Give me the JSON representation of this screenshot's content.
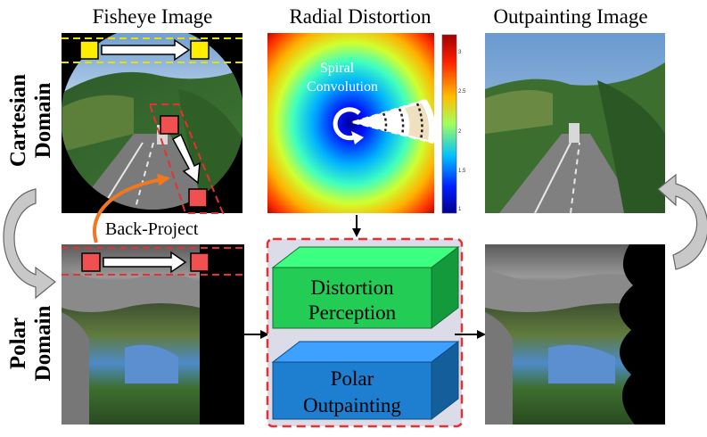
{
  "titles": {
    "fisheye": "Fisheye Image",
    "radial": "Radial Distortion",
    "outpaint": "Outpainting Image"
  },
  "domains": {
    "cartesian_line1": "Cartesian",
    "cartesian_line2": "Domain",
    "polar_line1": "Polar",
    "polar_line2": "Domain"
  },
  "labels": {
    "back_project": "Back-Project",
    "spiral_line1": "Spiral",
    "spiral_line2": "Convolution"
  },
  "modules": {
    "distortion_line1": "Distortion",
    "distortion_line2": "Perception",
    "polar_line1": "Polar",
    "polar_line2": "Outpainting"
  },
  "colorbar_ticks": [
    "3",
    "2.5",
    "2",
    "1.5",
    "1"
  ],
  "colors": {
    "marker_yellow": "#ffee00",
    "marker_red": "#f05050",
    "dashed_red": "#e83030",
    "dashed_yellow": "#e8e000",
    "back_project_arrow": "#f07820",
    "distortion_box_front": "#22cc55",
    "distortion_box_top": "#3dff80",
    "polar_box_front": "#1e7fd0",
    "polar_box_top": "#3ea0ff",
    "module_panel": "#dcdce8",
    "curved_arrow": "#c8c8c8"
  }
}
